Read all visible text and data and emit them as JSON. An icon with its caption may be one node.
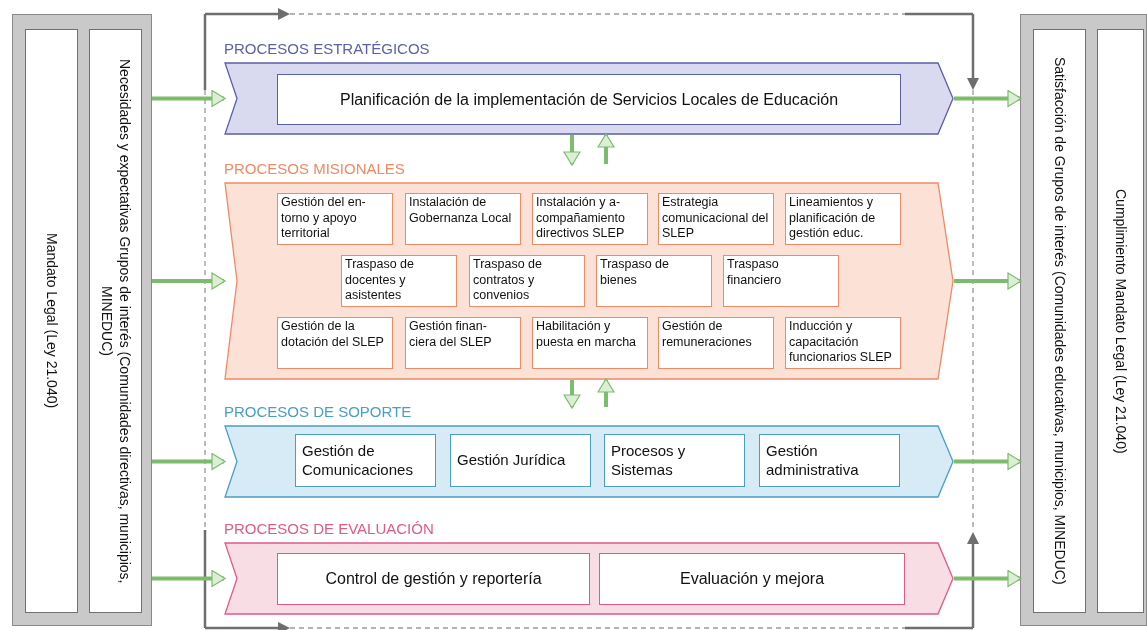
{
  "diagram": {
    "nodes": [
      {
        "text": [],
        "shape": "box"
      },
      {
        "text": [
          "Mandato Legal (Ley 21.040)"
        ],
        "in": 0
      },
      {
        "text": [
          "Necesidades y expectativas Grupos de interés (Comunidades directivas, municipios, MINEDUC)"
        ],
        "in": 0
      },
      {
        "text": [
          "PROCESOS ESTRATÉGICOS"
        ]
      },
      {
        "text": [
          "Planificación de la implementación de Servicios Locales de Educación"
        ],
        "in": 3
      },
      {
        "text": [
          "PROCESOS MISIONALES"
        ]
      },
      {
        "text": [
          "Gestión del en- torno y apoyo territorial"
        ],
        "in": 5
      },
      {
        "text": [
          "Instalación de Gobernanza Local"
        ],
        "in": 5
      },
      {
        "text": [
          "Instalación y a- compañamiento directivos SLEP"
        ],
        "in": 5
      },
      {
        "text": [
          "Estrategia comunicacional del SLEP"
        ],
        "in": 5
      },
      {
        "text": [
          "Lineamientos y planificación de gestión educ."
        ],
        "in": 5
      },
      {
        "text": [
          "Traspaso de docentes y asistentes"
        ],
        "in": 5
      },
      {
        "text": [
          "Traspaso de contratos y convenios"
        ],
        "in": 5
      },
      {
        "text": [
          "Traspaso de bienes"
        ],
        "in": 5
      },
      {
        "text": [
          "Traspaso financiero"
        ],
        "in": 5
      },
      {
        "text": [
          "Gestión de la dotación del SLEP"
        ],
        "in": 5
      },
      {
        "text": [
          "Gestión finan- ciera del SLEP"
        ],
        "in": 5
      },
      {
        "text": [
          "Habilitación y puesta en marcha"
        ],
        "in": 5
      },
      {
        "text": [
          "Gestión de remuneraciones"
        ],
        "in": 5
      },
      {
        "text": [
          "Inducción y capacitación funcionarios SLEP"
        ],
        "in": 5
      },
      {
        "text": [
          "PROCESOS DE SOPORTE"
        ]
      },
      {
        "text": [
          "Gestión de Comunicaciones"
        ],
        "in": 20
      },
      {
        "text": [
          "Gestión Jurídica"
        ],
        "in": 20
      },
      {
        "text": [
          "Procesos y Sistemas"
        ],
        "in": 20
      },
      {
        "text": [
          "Gestión administrativa"
        ],
        "in": 20
      },
      {
        "text": [
          "PROCESOS DE EVALUACIÓN"
        ]
      },
      {
        "text": [
          "Control de gestión y reportería"
        ],
        "in": 25
      },
      {
        "text": [
          "Evaluación y mejora"
        ],
        "in": 25
      },
      {
        "text": [],
        "shape": "box"
      },
      {
        "text": [
          "Satisfacción de Grupos de interés (Comunidades educativas, municipios, MINEDUC)"
        ],
        "in": 28
      },
      {
        "text": [
          "Cumplimiento Mandato Legal (Ley 21.040)"
        ],
        "in": 28
      }
    ],
    "edges": [
      {
        "from": 0,
        "to": 3,
        "arrow": "to"
      },
      {
        "from": 0,
        "to": 5,
        "arrow": "to"
      },
      {
        "from": 0,
        "to": 20,
        "arrow": "to"
      },
      {
        "from": 0,
        "to": 25,
        "arrow": "to"
      },
      {
        "from": 3,
        "to": 28,
        "arrow": "to"
      },
      {
        "from": 5,
        "to": 28,
        "arrow": "to"
      },
      {
        "from": 20,
        "to": 28,
        "arrow": "to"
      },
      {
        "from": 25,
        "to": 28,
        "arrow": "to"
      },
      {
        "from": 3,
        "to": 5,
        "arrow": "to"
      },
      {
        "from": 5,
        "to": 3,
        "arrow": "to"
      },
      {
        "from": 5,
        "to": 20,
        "arrow": "to"
      },
      {
        "from": 20,
        "to": 5,
        "arrow": "to"
      }
    ]
  }
}
